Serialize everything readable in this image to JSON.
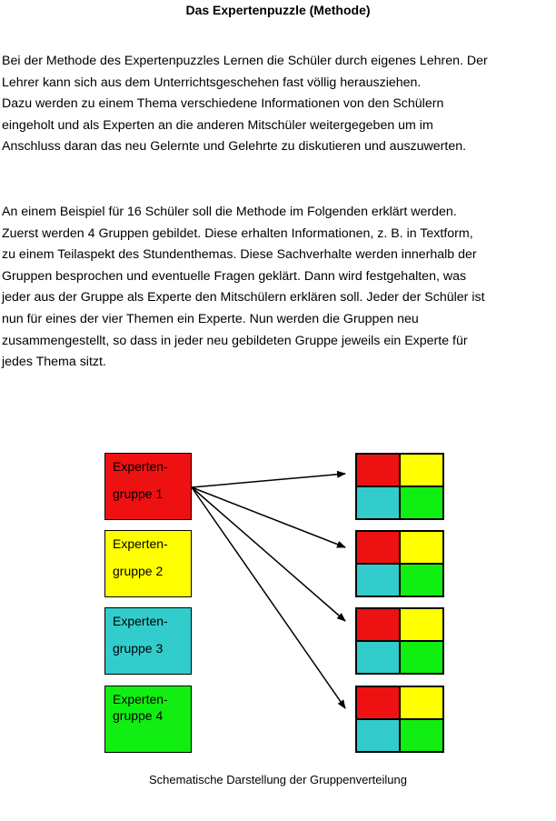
{
  "title": "Das Expertenpuzzle (Methode)",
  "paragraphs": [
    {
      "lines": [
        "Bei der Methode des Expertenpuzzles Lernen die Schüler durch eigenes Lehren. Der",
        "Lehrer kann sich aus dem Unterrichtsgeschehen fast völlig herausziehen.",
        "Dazu werden zu einem Thema verschiedene Informationen von den Schülern",
        "eingeholt und als Experten an die anderen Mitschüler weitergegeben um im",
        "Anschluss daran das neu Gelernte und Gelehrte zu diskutieren und auszuwerten."
      ]
    },
    {
      "lines": [
        "An einem Beispiel für 16 Schüler soll die Methode im Folgenden erklärt werden.",
        "Zuerst werden 4 Gruppen gebildet. Diese erhalten Informationen, z. B. in Textform,",
        "zu einem Teilaspekt des Stundenthemas. Diese Sachverhalte werden innerhalb der",
        "Gruppen besprochen und eventuelle Fragen geklärt. Dann wird festgehalten, was",
        "jeder aus der Gruppe als Experte den Mitschülern erklären soll. Jeder der Schüler ist",
        "nun für eines der vier Themen ein Experte. Nun werden die Gruppen neu",
        "zusammengestellt, so dass in jeder neu gebildeten Gruppe jeweils ein Experte für",
        "jedes Thema sitzt."
      ]
    }
  ],
  "diagram": {
    "expert_groups": [
      {
        "line1": "Experten-",
        "line2": "gruppe 1",
        "color": "#ee1111"
      },
      {
        "line1": "Experten-",
        "line2": "gruppe 2",
        "color": "#ffff00"
      },
      {
        "line1": "Experten-",
        "line2": "gruppe 3",
        "color": "#33cccc"
      },
      {
        "line1": "Experten-",
        "line2": "gruppe 4",
        "color": "#11ee11"
      }
    ],
    "mixed_group_colors": [
      "#ee1111",
      "#ffff00",
      "#33cccc",
      "#11ee11"
    ],
    "mixed_group_count": 4,
    "caption": "Schematische Darstellung der Gruppenverteilung"
  }
}
